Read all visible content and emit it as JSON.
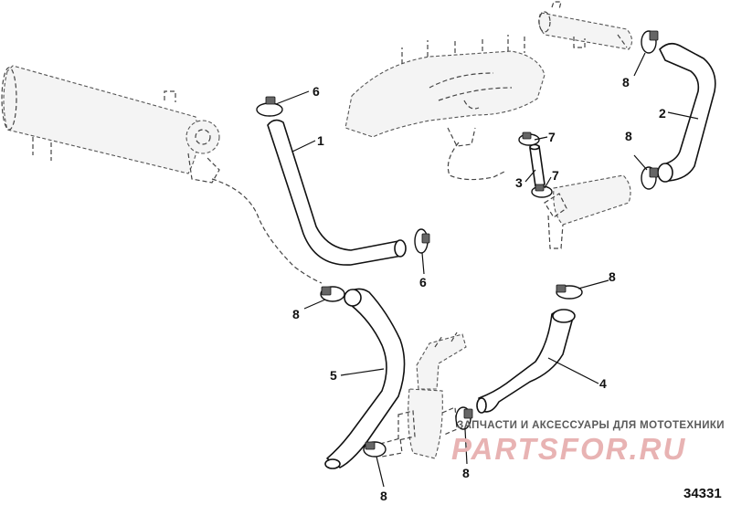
{
  "diagram": {
    "callouts": {
      "c1": "1",
      "c2": "2",
      "c3": "3",
      "c4": "4",
      "c5": "5",
      "c6a": "6",
      "c6b": "6",
      "c7a": "7",
      "c7b": "7",
      "c8a": "8",
      "c8b": "8",
      "c8c": "8",
      "c8d": "8",
      "c8e": "8",
      "c8f": "8"
    },
    "diagram_number": "34331"
  },
  "watermark": {
    "tagline": "ЗАПЧАСТИ И АКСЕССУАРЫ ДЛЯ МОТОТЕХНИКИ",
    "logo": "PARTSFOR.RU"
  }
}
